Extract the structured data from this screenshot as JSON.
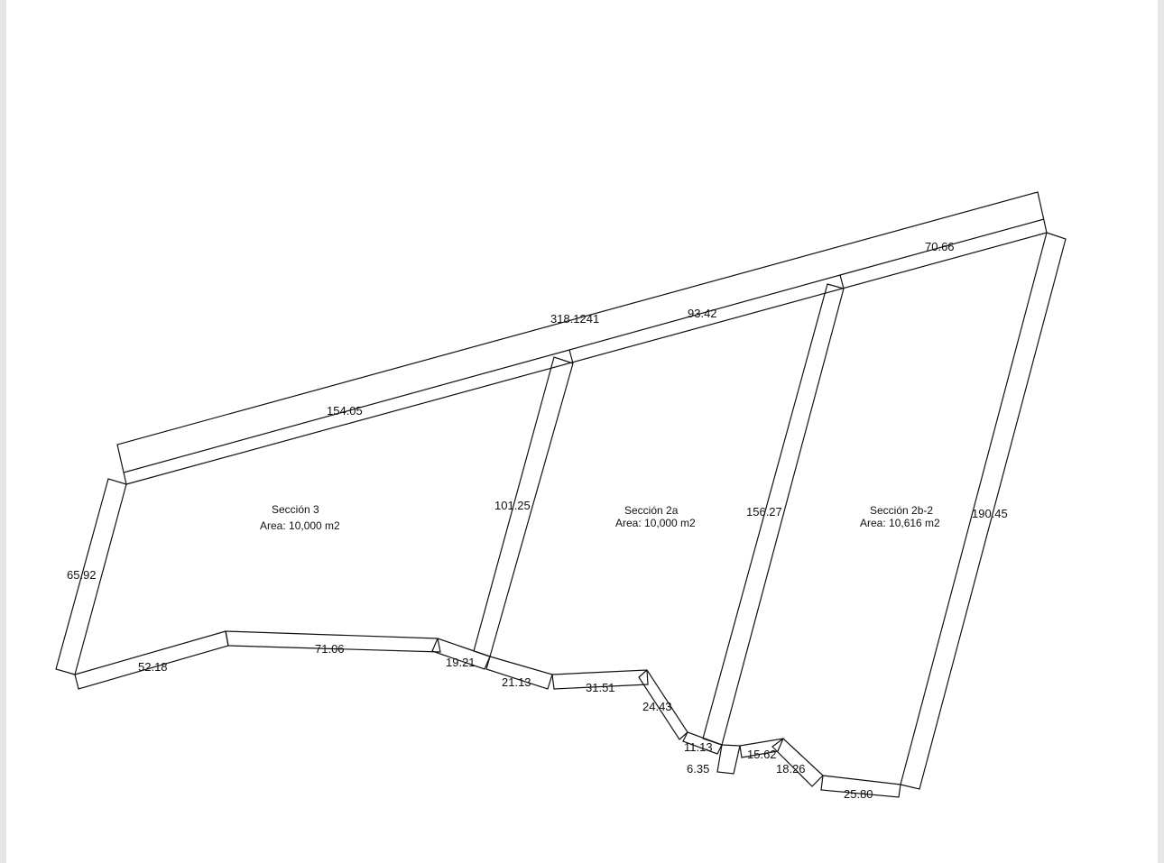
{
  "sections": [
    {
      "name": "Sección 3",
      "area": "Area: 10,000 m2"
    },
    {
      "name": "Sección 2a",
      "area": "Area: 10,000 m2"
    },
    {
      "name": "Sección 2b-2",
      "area": "Area: 10,616 m2"
    }
  ],
  "dimensions": {
    "total_top": "318.1241",
    "top_s3": "154.05",
    "top_s2a": "93.42",
    "top_s2b": "70.66",
    "left": "65.92",
    "div_s3_s2a": "101.25",
    "div_s2a_s2b": "156.27",
    "right": "190.45",
    "bottom": [
      "52.18",
      "71.06",
      "19.21",
      "21.13",
      "31.51",
      "24.43",
      "11.13",
      "6.35",
      "15.62",
      "18.26",
      "25.80"
    ]
  }
}
